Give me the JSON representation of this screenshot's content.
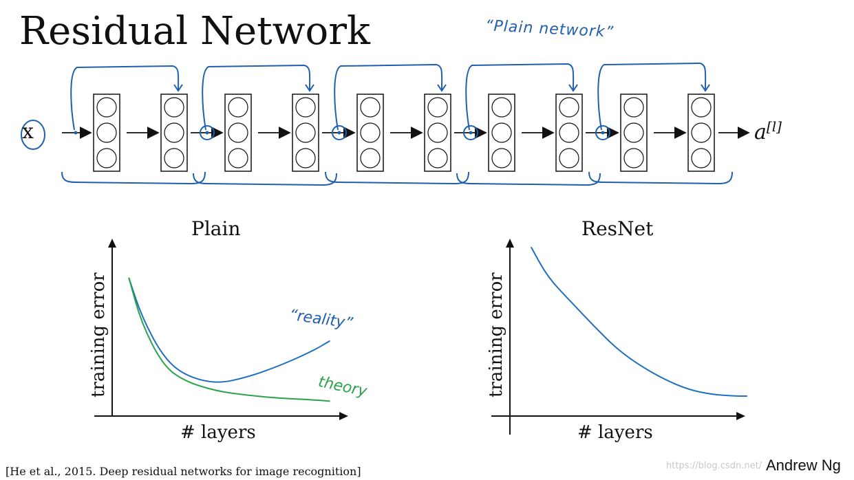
{
  "title": "Residual Network",
  "network": {
    "input_label": "x",
    "output_base": "a",
    "output_superscript": "[l]",
    "annotation": "“Plain network”",
    "num_residual_blocks": 5,
    "neurons_per_layer": 3
  },
  "charts": {
    "plain": {
      "title": "Plain",
      "ylabel": "training error",
      "xlabel": "# layers"
    },
    "resnet": {
      "title": "ResNet",
      "ylabel": "training error",
      "xlabel": "# layers"
    }
  },
  "chart_data": [
    {
      "type": "line",
      "title": "Plain",
      "xlabel": "# layers",
      "ylabel": "training error",
      "ticks": "none",
      "series": [
        {
          "name": "“reality”",
          "color": "#1f6fc0",
          "x": [
            0.04,
            0.1,
            0.2,
            0.3,
            0.45,
            0.6,
            0.75,
            0.9,
            0.98
          ],
          "y": [
            0.94,
            0.67,
            0.39,
            0.26,
            0.2,
            0.25,
            0.33,
            0.43,
            0.5
          ]
        },
        {
          "name": "theory",
          "color": "#2aa34a",
          "x": [
            0.04,
            0.1,
            0.2,
            0.3,
            0.45,
            0.6,
            0.75,
            0.9,
            0.98
          ],
          "y": [
            0.94,
            0.62,
            0.33,
            0.22,
            0.15,
            0.12,
            0.1,
            0.09,
            0.08
          ]
        }
      ]
    },
    {
      "type": "line",
      "title": "ResNet",
      "xlabel": "# layers",
      "ylabel": "training error",
      "ticks": "none",
      "series": [
        {
          "color": "#1f6fc0",
          "x": [
            0.08,
            0.15,
            0.25,
            0.35,
            0.45,
            0.55,
            0.65,
            0.75,
            0.85,
            0.95,
            1.0
          ],
          "y": [
            1.0,
            0.82,
            0.67,
            0.52,
            0.38,
            0.28,
            0.2,
            0.14,
            0.11,
            0.1,
            0.1
          ]
        }
      ]
    }
  ],
  "annotations": {
    "reality": "“reality”",
    "theory": "theory"
  },
  "footer": {
    "citation": "[He et al., 2015. Deep residual networks for image recognition]",
    "watermark": "https://blog.csdn.net/",
    "author": "Andrew Ng"
  }
}
